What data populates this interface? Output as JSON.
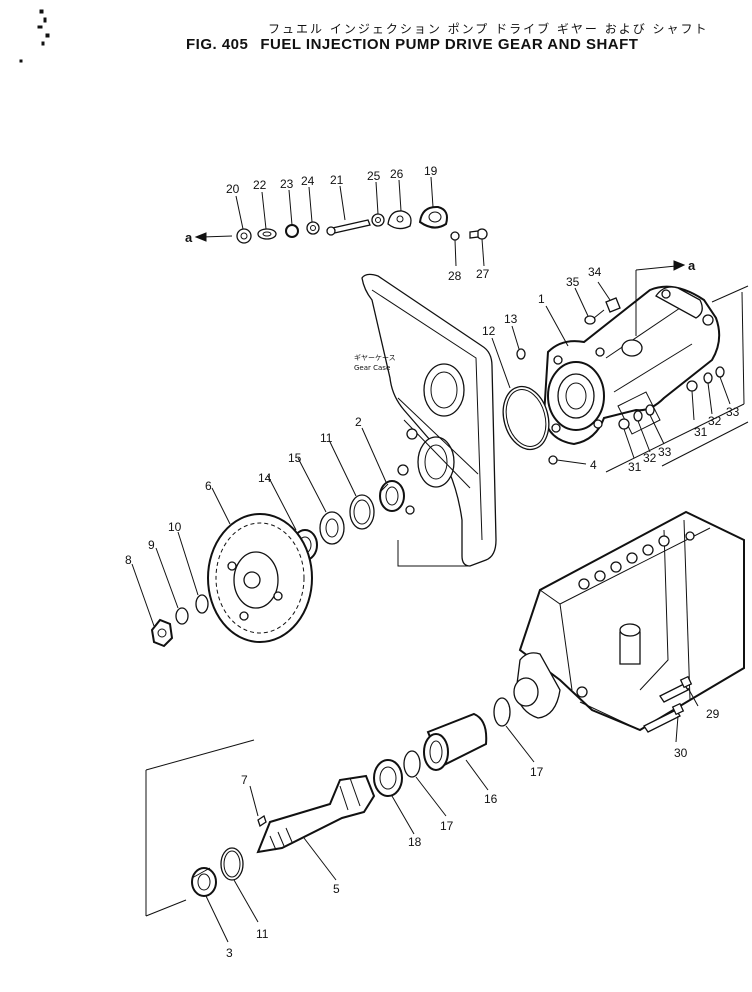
{
  "header": {
    "japanese_title": "フュエル インジェクション ポンプ ドライブ ギヤー および シャフト",
    "figure_number": "FIG. 405",
    "title": "FUEL INJECTION PUMP DRIVE GEAR AND SHAFT"
  },
  "gear_case_label": {
    "japanese": "ギヤーケース",
    "english": "Gear Case"
  },
  "reference_marks": {
    "top_left": "a",
    "top_right": "a"
  },
  "callouts": [
    {
      "id": "c20",
      "label": "20"
    },
    {
      "id": "c22",
      "label": "22"
    },
    {
      "id": "c23",
      "label": "23"
    },
    {
      "id": "c24",
      "label": "24"
    },
    {
      "id": "c21",
      "label": "21"
    },
    {
      "id": "c25",
      "label": "25"
    },
    {
      "id": "c26",
      "label": "26"
    },
    {
      "id": "c19",
      "label": "19"
    },
    {
      "id": "c28",
      "label": "28"
    },
    {
      "id": "c27",
      "label": "27"
    },
    {
      "id": "c35",
      "label": "35"
    },
    {
      "id": "c34",
      "label": "34"
    },
    {
      "id": "c1",
      "label": "1"
    },
    {
      "id": "c13",
      "label": "13"
    },
    {
      "id": "c12",
      "label": "12"
    },
    {
      "id": "c31a",
      "label": "31"
    },
    {
      "id": "c32a",
      "label": "32"
    },
    {
      "id": "c33a",
      "label": "33"
    },
    {
      "id": "c33b",
      "label": "33"
    },
    {
      "id": "c32b",
      "label": "32"
    },
    {
      "id": "c31b",
      "label": "31"
    },
    {
      "id": "c4",
      "label": "4"
    },
    {
      "id": "c2",
      "label": "2"
    },
    {
      "id": "c11a",
      "label": "11"
    },
    {
      "id": "c15",
      "label": "15"
    },
    {
      "id": "c14",
      "label": "14"
    },
    {
      "id": "c6",
      "label": "6"
    },
    {
      "id": "c10",
      "label": "10"
    },
    {
      "id": "c9",
      "label": "9"
    },
    {
      "id": "c8",
      "label": "8"
    },
    {
      "id": "c29",
      "label": "29"
    },
    {
      "id": "c30",
      "label": "30"
    },
    {
      "id": "c17a",
      "label": "17"
    },
    {
      "id": "c16",
      "label": "16"
    },
    {
      "id": "c17b",
      "label": "17"
    },
    {
      "id": "c18",
      "label": "18"
    },
    {
      "id": "c7",
      "label": "7"
    },
    {
      "id": "c5",
      "label": "5"
    },
    {
      "id": "c11b",
      "label": "11"
    },
    {
      "id": "c3",
      "label": "3"
    }
  ]
}
